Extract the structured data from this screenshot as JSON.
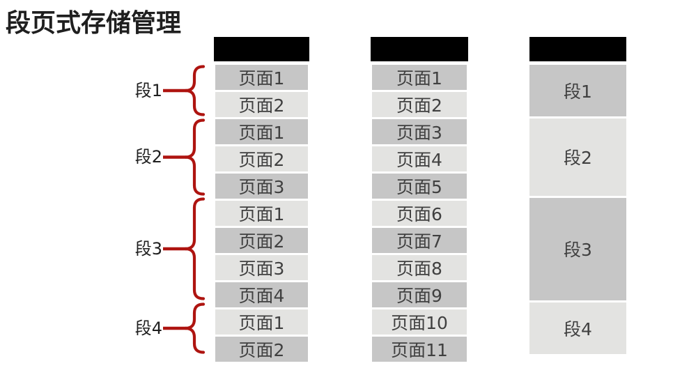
{
  "title": "段页式存储管理",
  "colors": {
    "page_bg": "#ffffff",
    "header_bar": "#000000",
    "row_dark": "#c6c6c6",
    "row_light": "#e3e3e1",
    "row_text": "#404040",
    "title_text": "#1f1f1f",
    "bracket_red": "#ae1410"
  },
  "brackets": [
    {
      "label": "段1"
    },
    {
      "label": "段2"
    },
    {
      "label": "段3"
    },
    {
      "label": "段4"
    }
  ],
  "segment_pages_column": {
    "rows": [
      "页面1",
      "页面2",
      "页面1",
      "页面2",
      "页面3",
      "页面1",
      "页面2",
      "页面3",
      "页面4",
      "页面1",
      "页面2"
    ]
  },
  "page_frames_column": {
    "rows": [
      "页面1",
      "页面2",
      "页面3",
      "页面4",
      "页面5",
      "页面6",
      "页面7",
      "页面8",
      "页面9",
      "页面10",
      "页面11"
    ]
  },
  "segments_column": {
    "blocks": [
      {
        "label": "段1",
        "pages": 2
      },
      {
        "label": "段2",
        "pages": 3
      },
      {
        "label": "段3",
        "pages": 4
      },
      {
        "label": "段4",
        "pages": 2
      }
    ]
  }
}
